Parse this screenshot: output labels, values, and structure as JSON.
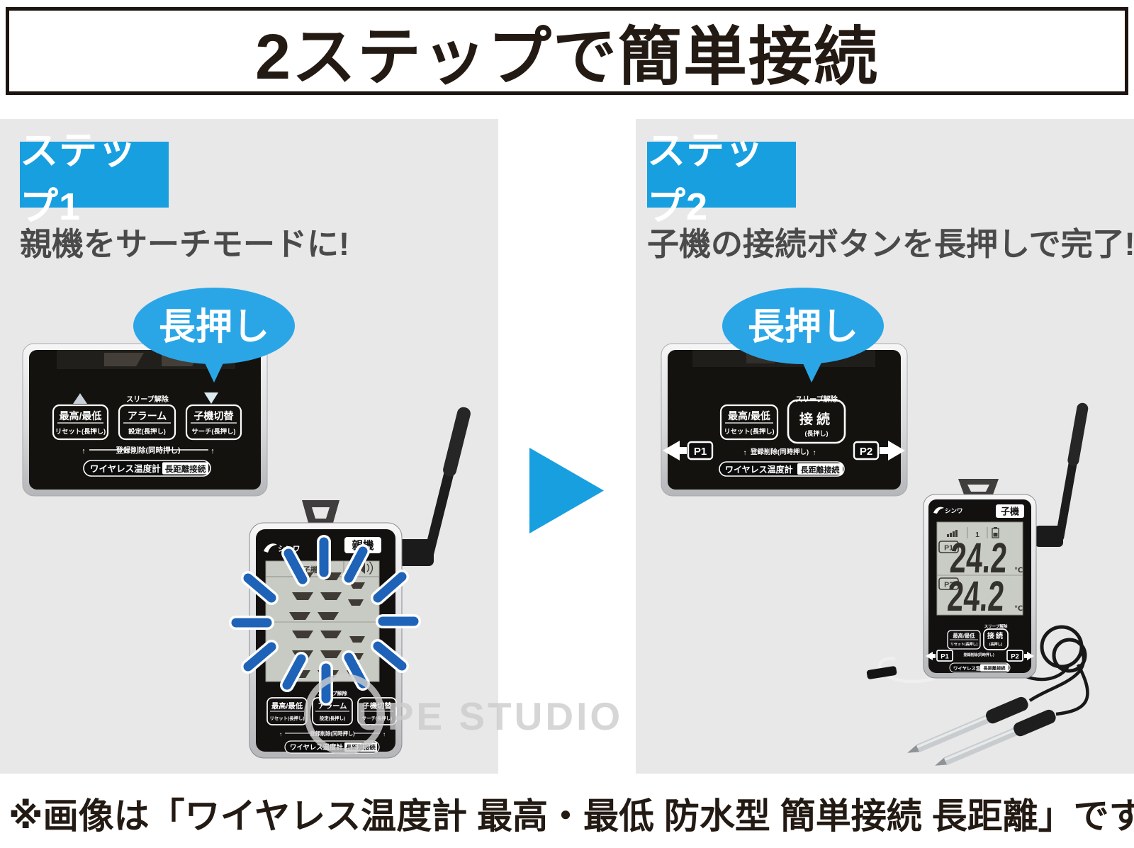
{
  "title": "2ステップで簡単接続",
  "caption": "※画像は「ワイヤレス温度計 最高・最低 防水型 簡単接続 長距離」です",
  "watermark": "UPE STUDIO",
  "steps": [
    {
      "label": "ステップ1",
      "description": "親機をサーチモードに!",
      "bubble": "長押し"
    },
    {
      "label": "ステップ2",
      "description": "子機の接続ボタンを長押しで完了!",
      "bubble": "長押し"
    }
  ],
  "labels": {
    "sleep": "スリープ解除",
    "delete": "登録削除(同時押し)",
    "pill_left": "ワイヤレス温度計",
    "pill_right": "長距離接続",
    "p1": "P1",
    "p2": "P2",
    "up": "↑"
  },
  "parent": {
    "brand": "シンワ",
    "badge": "親機",
    "lcd_header": "子機",
    "buttons": [
      {
        "top": "最高/最低",
        "bottom": "リセット(長押し)"
      },
      {
        "top": "アラーム",
        "bottom": "設定(長押し)"
      },
      {
        "top": "子機切替",
        "bottom": "サーチ(長押し)"
      }
    ]
  },
  "child": {
    "brand": "シンワ",
    "badge": "子機",
    "channel": "1",
    "temps": [
      {
        "label": "P1",
        "value": "24.2",
        "unit": "℃"
      },
      {
        "label": "P2",
        "value": "24.2",
        "unit": "℃"
      }
    ],
    "buttons": [
      {
        "top": "最高/最低",
        "bottom": "リセット(長押し)"
      },
      {
        "top": "接続",
        "bottom": "(長押し)"
      }
    ]
  },
  "colors": {
    "accent": "#189FE0",
    "bubble": "#2AA6E7",
    "flash": "#1E63B8",
    "panel_gray": "#E8E8E9",
    "ink": "#231A13",
    "text_gray": "#4A4A4A"
  }
}
